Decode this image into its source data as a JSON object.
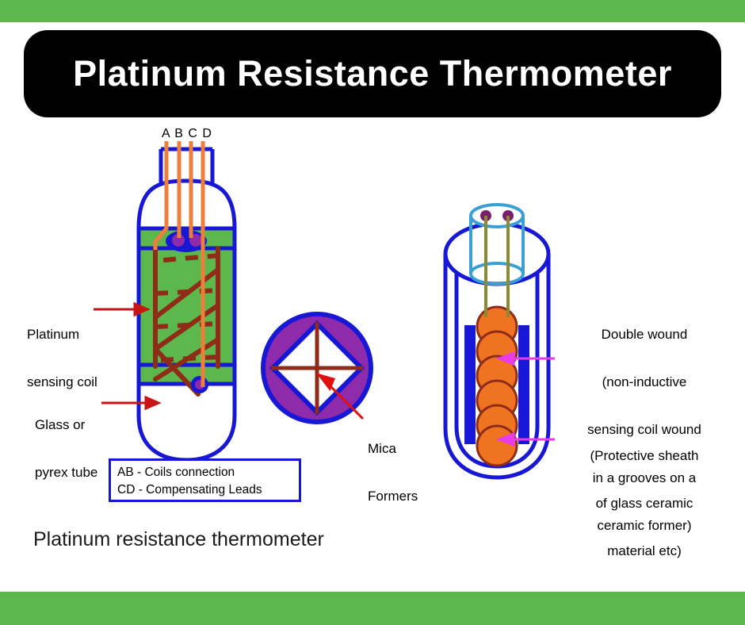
{
  "page": {
    "title": "Platinum Resistance Thermometer",
    "caption": "Platinum resistance thermometer",
    "band_color": "#5cb84c",
    "title_bar_color": "#000000",
    "title_text_color": "#ffffff"
  },
  "colors": {
    "green_fill": "#5cb84c",
    "blue_outline": "#1717d6",
    "orange_lead": "#ef7e3a",
    "dark_red_coil": "#8f2c18",
    "purple_fill": "#8e2bab",
    "magenta_arrow": "#e83ce8",
    "red_arrow": "#c81414",
    "orange_bead": "#ef7320",
    "light_blue": "#3a9fd4",
    "olive_lead": "#8a8a33"
  },
  "left_diagram": {
    "name": "platinum-resistance-thermometer-cutaway",
    "lead_labels": "A B C D",
    "leads": [
      "A",
      "B",
      "C",
      "D"
    ],
    "annotations": [
      {
        "id": "platinum-sensing-coil",
        "lines": [
          "Platinum",
          "sensing coil"
        ],
        "arrow_color": "#c81414"
      },
      {
        "id": "glass-or-pyrex-tube",
        "lines": [
          "Glass or",
          "pyrex tube"
        ],
        "arrow_color": "#c81414"
      }
    ]
  },
  "center_diagram": {
    "name": "mica-former-cross-section",
    "annotation": {
      "id": "mica-formers",
      "lines": [
        "Mica",
        "Formers"
      ],
      "arrow_color": "#c81414"
    }
  },
  "right_diagram": {
    "name": "sheathed-sensing-element",
    "annotations": [
      {
        "id": "double-wound-coil",
        "lines": [
          "Double wound",
          "(non-inductive",
          "sensing coil wound",
          "in a grooves on a",
          "ceramic former)"
        ],
        "arrow_color": "#e83ce8"
      },
      {
        "id": "protective-sheath",
        "lines": [
          "(Protective sheath",
          "of glass ceramic",
          "material etc)"
        ],
        "arrow_color": "#e83ce8"
      }
    ]
  },
  "legend": {
    "name": "lead-legend",
    "lines": [
      "AB - Coils connection",
      "CD - Compensating Leads"
    ],
    "border_color": "#1717d6"
  }
}
